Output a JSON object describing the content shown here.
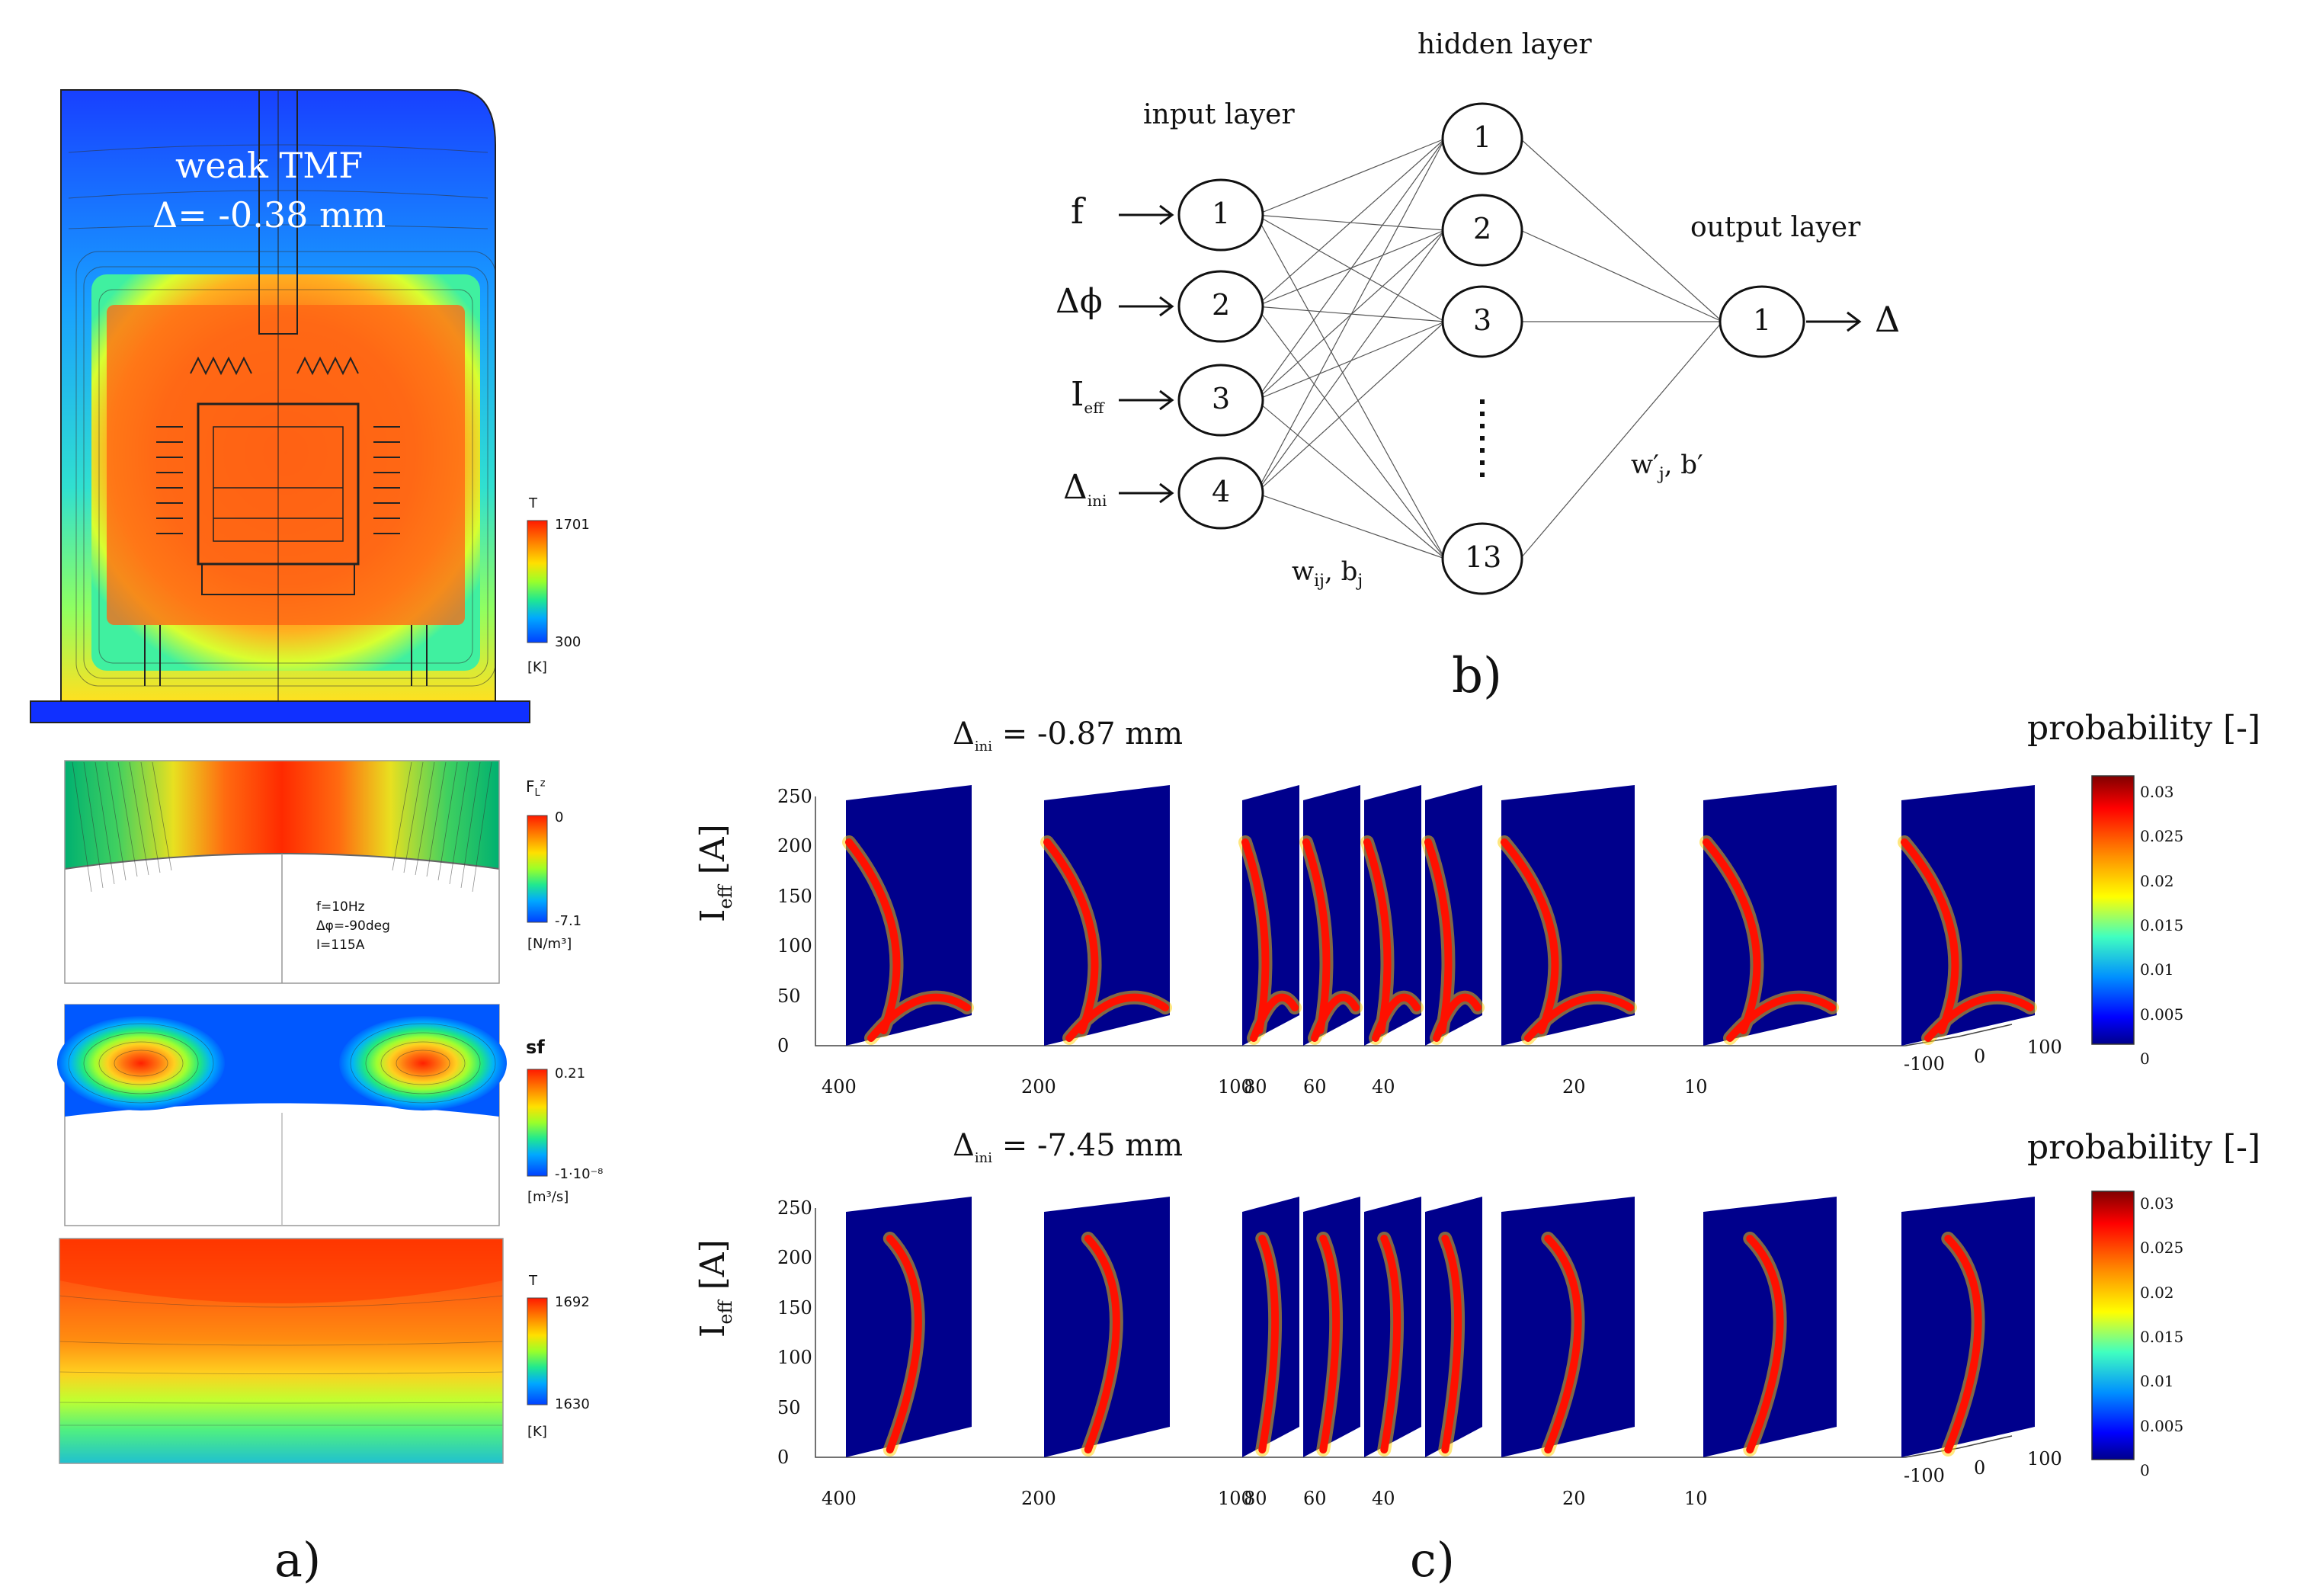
{
  "panel_a": {
    "label": "a)",
    "main": {
      "text_line1": "weak TMF",
      "text_line2": "Δ= -0.38 mm",
      "legend_title": "T",
      "legend_max": "1701",
      "legend_min": "300",
      "legend_unit": "[K]"
    },
    "force": {
      "legend_title": "F",
      "legend_title_sub": "L",
      "legend_title_sup": "z",
      "legend_max": "0",
      "legend_min": "-7.1",
      "legend_unit": "[N/m³]",
      "param_f": "f=10Hz",
      "param_dphi": "Δφ=-90deg",
      "param_i": "I=115A"
    },
    "stream": {
      "legend_title": "sf",
      "legend_max": "0.21",
      "legend_min": "-1·10⁻⁸",
      "legend_unit": "[m³/s]"
    },
    "temp": {
      "legend_title": "T",
      "legend_max": "1692",
      "legend_min": "1630",
      "legend_unit": "[K]"
    }
  },
  "panel_b": {
    "label": "b)",
    "input_layer_title": "input layer",
    "hidden_layer_title": "hidden layer",
    "output_layer_title": "output layer",
    "inputs": [
      {
        "symbol": "f",
        "node": "1"
      },
      {
        "symbol": "Δϕ",
        "node": "2"
      },
      {
        "symbol": "I",
        "sub": "eff",
        "node": "3"
      },
      {
        "symbol": "Δ",
        "sub": "ini",
        "node": "4"
      }
    ],
    "hidden_nodes": [
      "1",
      "2",
      "3",
      "13"
    ],
    "output_node": "1",
    "output_symbol": "Δ",
    "weights_input": "w",
    "weights_input_sub": "ij",
    "weights_input_tail": ", b",
    "weights_input_tail_sub": "j",
    "weights_output": "w′",
    "weights_output_sub": "j",
    "weights_output_tail": ", b′"
  },
  "panel_c": {
    "label": "c)",
    "colorbar_title": "probability [-]",
    "colorbar_ticks": [
      "0.03",
      "0.025",
      "0.02",
      "0.015",
      "0.01",
      "0.005",
      "0"
    ],
    "plots": [
      {
        "delta_text": "Δ",
        "delta_sub": "ini",
        "delta_value": " = -0.87 mm"
      },
      {
        "delta_text": "Δ",
        "delta_sub": "ini",
        "delta_value": " = -7.45 mm"
      }
    ],
    "ylabel": "I",
    "ylabel_sub": "eff",
    "ylabel_unit": " [A]",
    "y_ticks": [
      "250",
      "200",
      "150",
      "100",
      "50",
      "0"
    ],
    "x_ticks": [
      "400",
      "200",
      "100",
      "80",
      "60",
      "40",
      "20",
      "10"
    ],
    "z_ticks": [
      "-100",
      "0",
      "100"
    ]
  }
}
